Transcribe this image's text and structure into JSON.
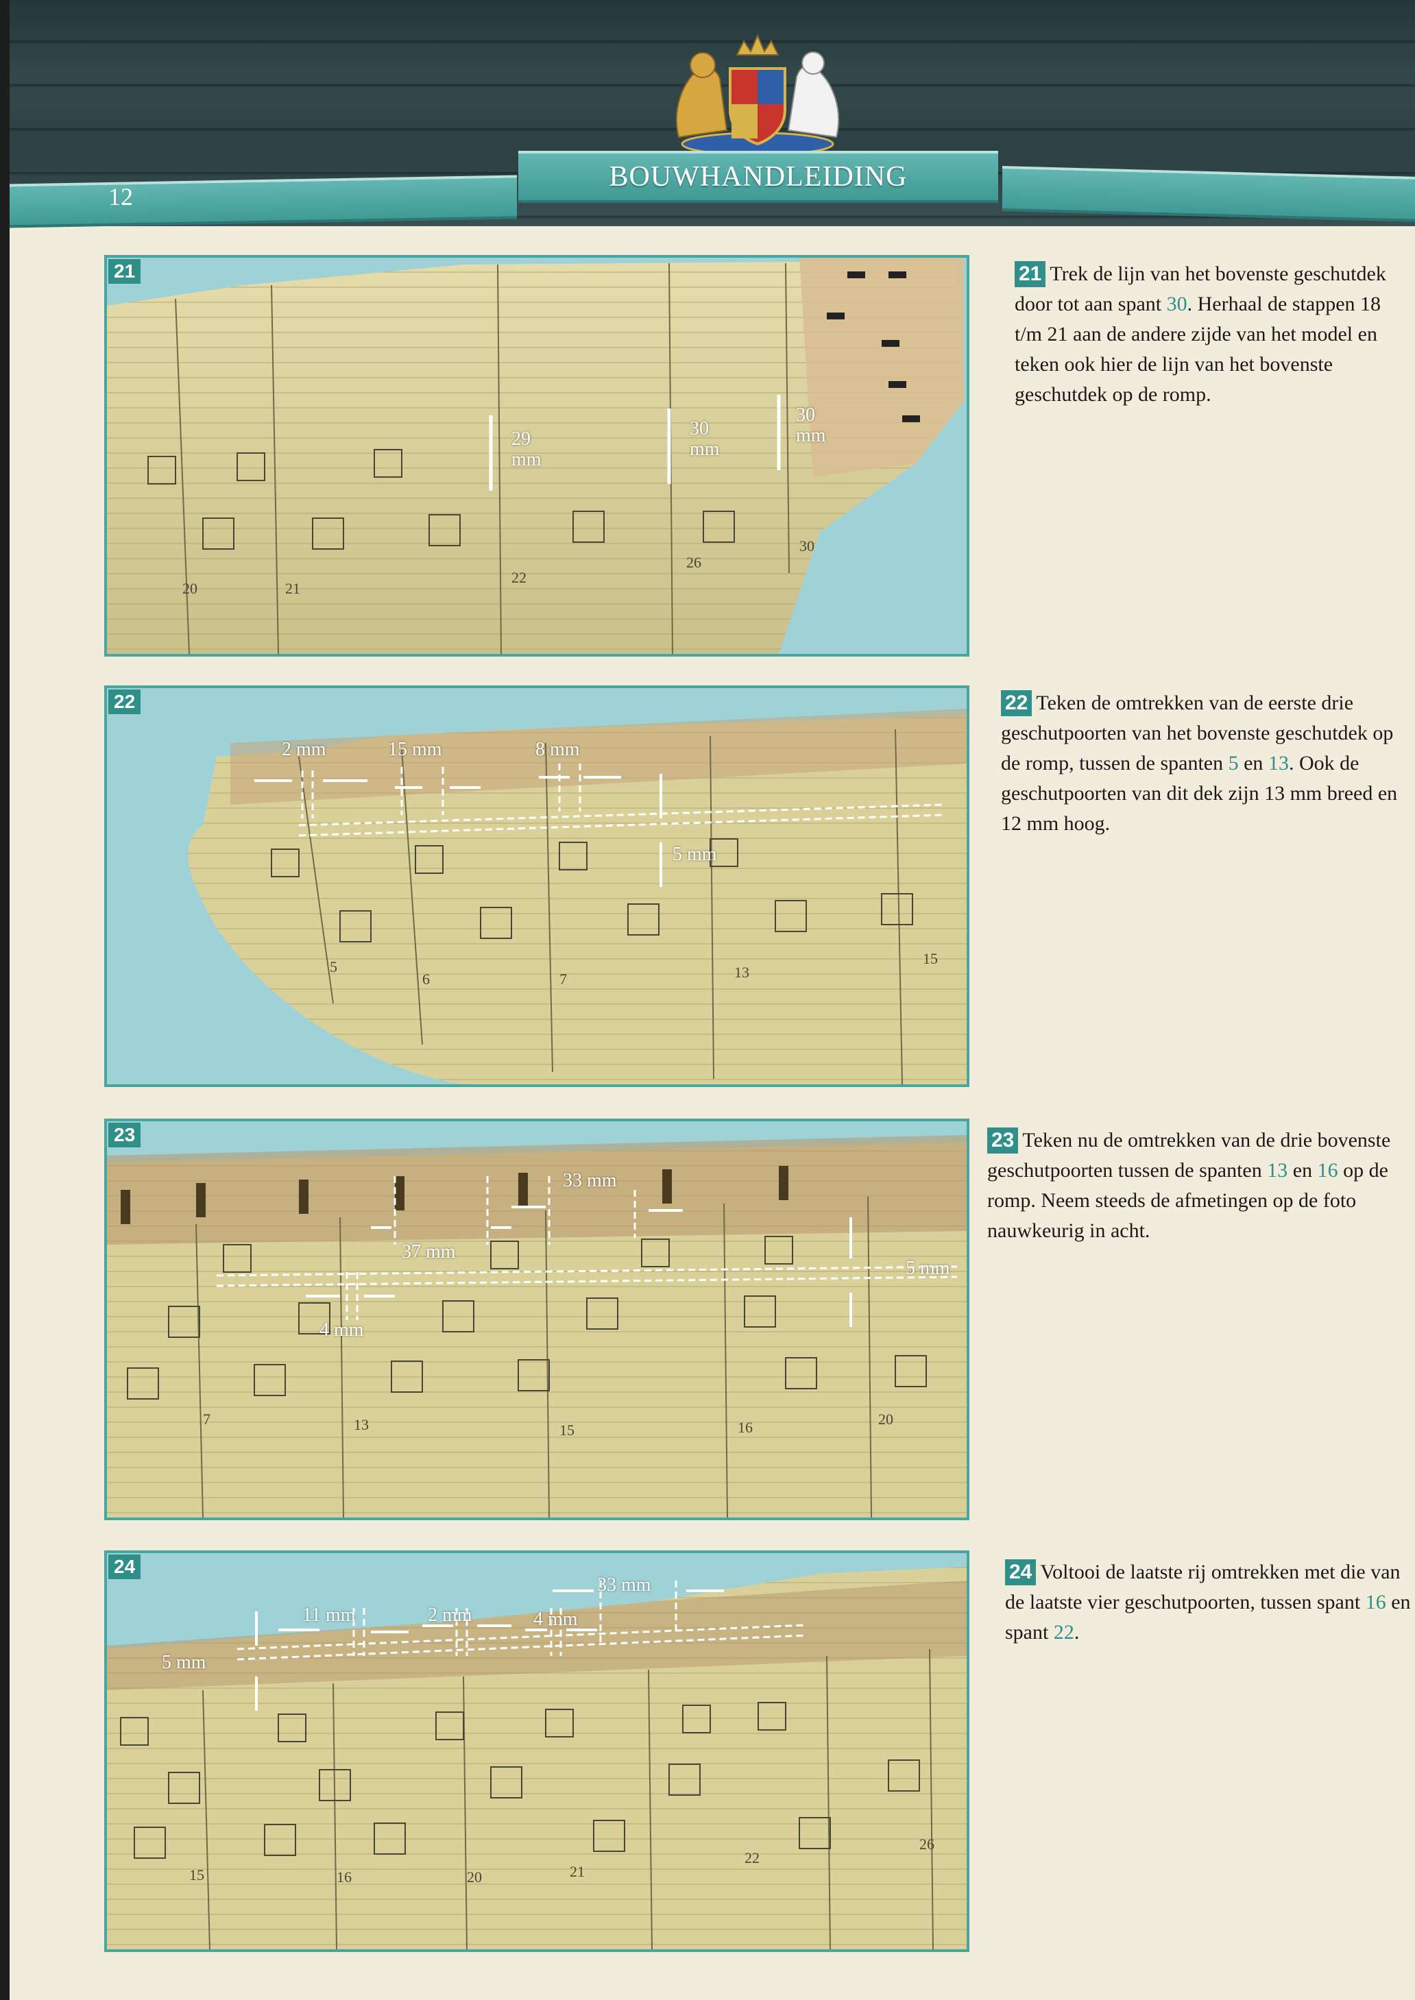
{
  "header": {
    "page_number": "12",
    "title": "BOUWHANDLEIDING"
  },
  "colors": {
    "teal": "#2f8f89",
    "paper": "#f2ecdc",
    "wood": "#d9d09a"
  },
  "steps": [
    {
      "number": "21",
      "text": [
        {
          "t": "Trek de lijn van het bovenste geschutdek door tot aan spant "
        },
        {
          "t": "30",
          "hl": true
        },
        {
          "t": ". Herhaal de stappen 18 t/m 21 aan de andere zijde van het model en teken ook hier de lijn van het bovenste geschutdek op de romp."
        }
      ],
      "dims": [
        {
          "value": "29",
          "unit": "mm"
        },
        {
          "value": "30",
          "unit": "mm"
        },
        {
          "value": "30",
          "unit": "mm"
        }
      ],
      "frames": [
        "20",
        "21",
        "22",
        "26",
        "30"
      ]
    },
    {
      "number": "22",
      "text": [
        {
          "t": "Teken de omtrekken van de eerste drie geschutpoorten van het bovenste geschutdek op de romp, tussen de spanten "
        },
        {
          "t": "5",
          "hl": true
        },
        {
          "t": " en "
        },
        {
          "t": "13",
          "hl": true
        },
        {
          "t": ". Ook de geschutpoorten van dit dek zijn 13 mm breed en 12 mm hoog."
        }
      ],
      "dims": [
        "2 mm",
        "15 mm",
        "8 mm",
        "5 mm"
      ],
      "frames": [
        "5",
        "6",
        "7",
        "13",
        "15"
      ]
    },
    {
      "number": "23",
      "text": [
        {
          "t": "Teken nu de omtrekken van de drie bovenste geschutpoorten tussen de spanten "
        },
        {
          "t": "13",
          "hl": true
        },
        {
          "t": " en "
        },
        {
          "t": "16",
          "hl": true
        },
        {
          "t": " op de romp. Neem steeds de afmetingen op de foto nauwkeurig in acht."
        }
      ],
      "dims": [
        "33 mm",
        "37 mm",
        "5 mm",
        "4 mm"
      ],
      "frames": [
        "7",
        "13",
        "15",
        "16",
        "20"
      ]
    },
    {
      "number": "24",
      "text": [
        {
          "t": "Voltooi de laatste rij omtrekken met die van de laatste vier geschutpoorten, tussen spant "
        },
        {
          "t": "16",
          "hl": true
        },
        {
          "t": " en spant "
        },
        {
          "t": "22",
          "hl": true
        },
        {
          "t": "."
        }
      ],
      "dims": [
        "33 mm",
        "11 mm",
        "2 mm",
        "4 mm",
        "5 mm"
      ],
      "frames": [
        "15",
        "16",
        "20",
        "21",
        "22",
        "26"
      ]
    }
  ]
}
